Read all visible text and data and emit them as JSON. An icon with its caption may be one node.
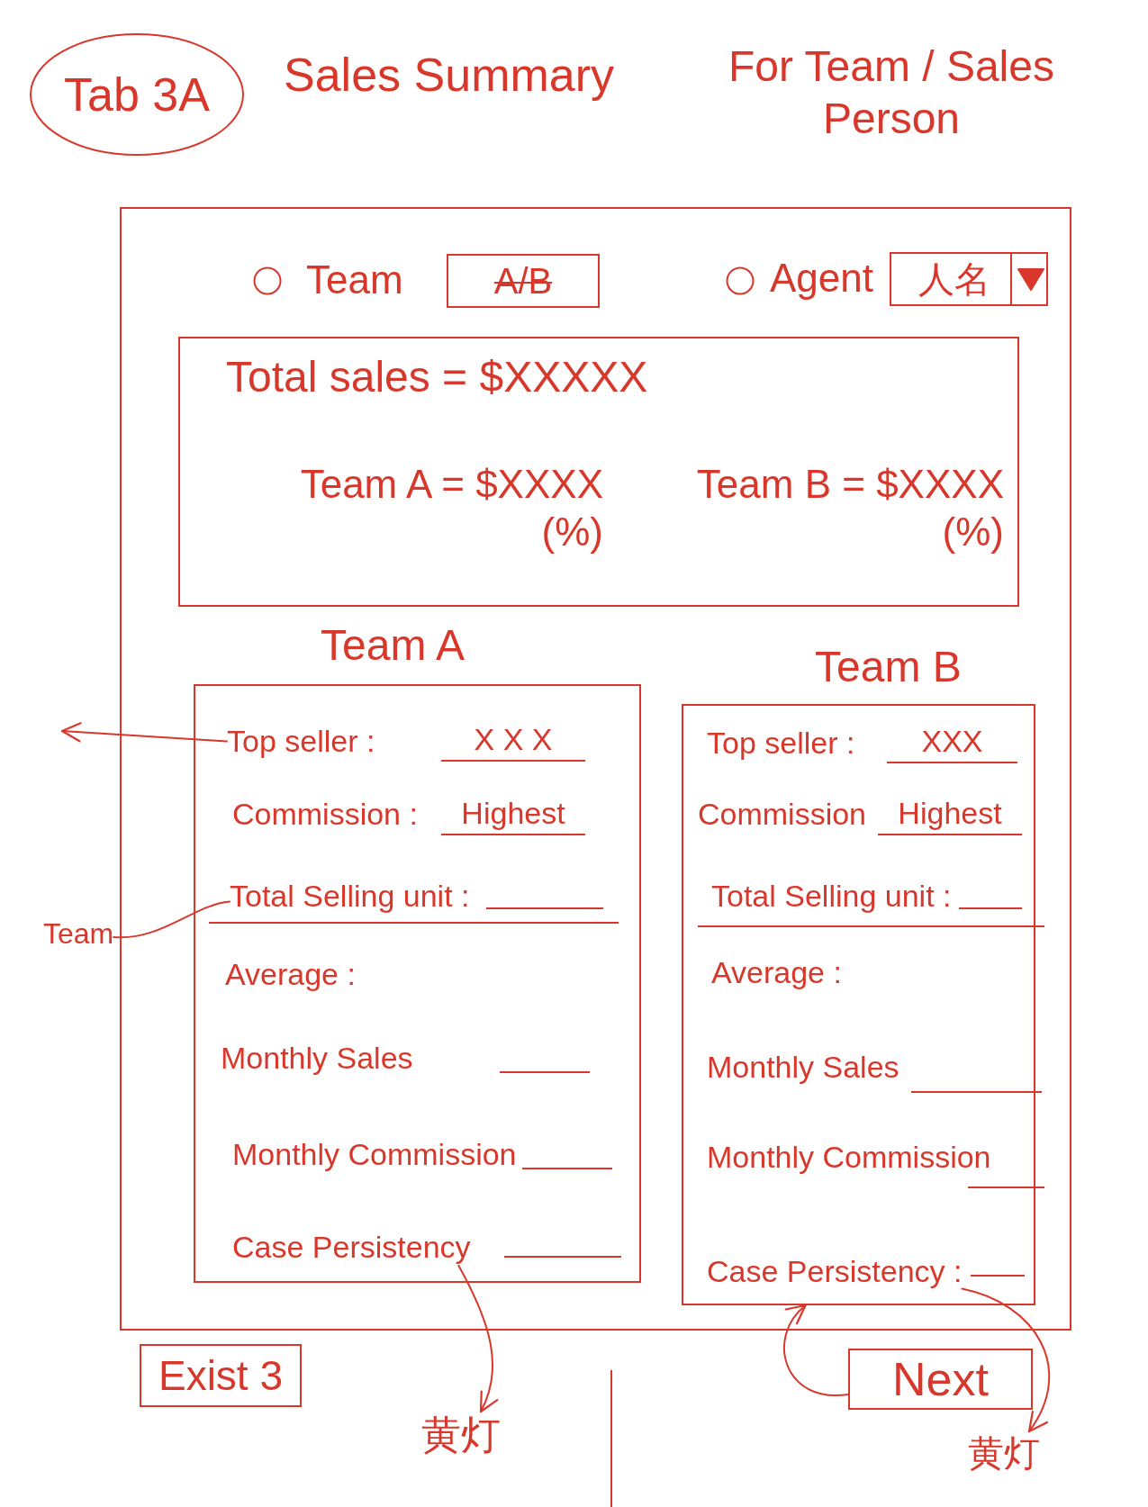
{
  "diagram": {
    "title": "Sales Summary",
    "nodes": [
      {
        "text": [
          "Tab 3A"
        ]
      },
      {
        "text": [],
        "shape": "box"
      },
      {
        "text": [
          "A/B"
        ],
        "in": 1
      },
      {
        "text": [
          "人名"
        ],
        "in": 1
      },
      {
        "text": [
          "Total sales = $XXXXX",
          "Team A = $XXXX (%)",
          "Team B = $XXXX (%)"
        ],
        "in": 1
      },
      {
        "text": [
          "Team A",
          "X X X",
          "Commission :",
          "Highest",
          "Average :",
          "Monthly Sales",
          "Monthly Commission"
        ],
        "in": 1
      },
      {
        "text": [
          "Top seller :"
        ],
        "in": 5
      },
      {
        "text": [
          "Total Selling unit :"
        ],
        "in": 5
      },
      {
        "text": [
          "Case Persistency"
        ],
        "in": 5
      },
      {
        "text": [
          "Team B",
          "Top seller :",
          "XXX",
          "Commission",
          "Highest",
          "Total Selling unit :",
          "Average :",
          "Monthly Sales",
          "Monthly Commission"
        ],
        "in": 1
      },
      {
        "text": [
          "Case Persistency :"
        ],
        "in": 9
      },
      {
        "text": [
          "Team"
        ]
      },
      {
        "text": [
          "Exist 3"
        ]
      },
      {
        "text": [
          "黄灯"
        ]
      },
      {
        "text": [
          "Next"
        ]
      },
      {
        "text": [
          "黄灯"
        ]
      }
    ],
    "edges": [
      {
        "from": 6,
        "to": null,
        "arrow": "to"
      },
      {
        "from": 11,
        "to": 7,
        "arrow": "none"
      },
      {
        "from": 8,
        "to": 13,
        "arrow": "to"
      },
      {
        "from": 10,
        "to": 15,
        "arrow": "to"
      },
      {
        "from": 14,
        "to": 9,
        "arrow": "to"
      }
    ],
    "labels": [
      "For Team / Sales Person",
      "Team",
      "Agent"
    ]
  }
}
